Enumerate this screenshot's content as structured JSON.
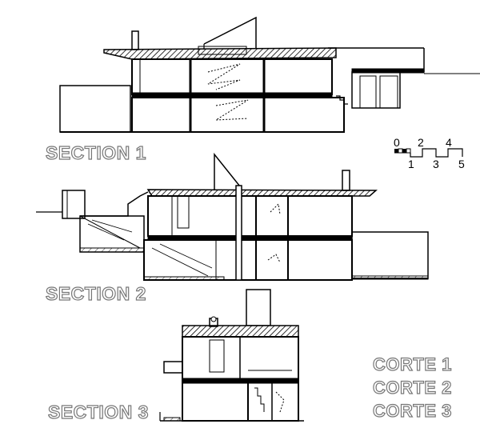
{
  "sections": {
    "section1": "SECTION 1",
    "section2": "SECTION 2",
    "section3": "SECTION 3"
  },
  "cortes": {
    "corte1": "CORTE 1",
    "corte2": "CORTE 2",
    "corte3": "CORTE 3"
  },
  "scale_bar": {
    "top_ticks": [
      "0",
      "2",
      "4"
    ],
    "bottom_ticks": [
      "1",
      "3",
      "5"
    ]
  },
  "colors": {
    "line": "#000000",
    "label_fill": "#ffffff",
    "label_outline": "#777777",
    "background": "#ffffff"
  }
}
